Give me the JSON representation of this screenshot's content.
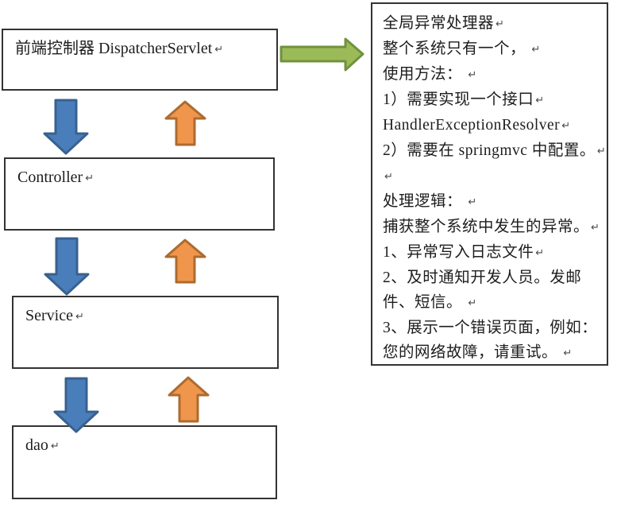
{
  "diagram": {
    "paragraph_mark": "↵",
    "boxes": {
      "dispatcher": {
        "label": "前端控制器 DispatcherServlet"
      },
      "controller": {
        "label": "Controller"
      },
      "service": {
        "label": "Service"
      },
      "dao": {
        "label": "dao"
      }
    },
    "note": {
      "lines": [
        {
          "text": "全局异常处理器",
          "mark": true
        },
        {
          "text": "整个系统只有一个， ",
          "mark": true
        },
        {
          "text": "使用方法： ",
          "mark": true
        },
        {
          "text": "1）需要实现一个接口",
          "mark": true
        },
        {
          "text": "HandlerExceptionResolver",
          "mark": true
        },
        {
          "text": "2）需要在 springmvc 中配置。",
          "mark": true
        },
        {
          "text": "",
          "mark": true
        },
        {
          "text": "处理逻辑： ",
          "mark": true
        },
        {
          "text": "捕获整个系统中发生的异常。",
          "mark": true
        },
        {
          "text": "1、异常写入日志文件",
          "mark": true
        },
        {
          "text": "2、及时通知开发人员。发邮",
          "mark": false
        },
        {
          "text": "件、短信。 ",
          "mark": true
        },
        {
          "text": "3、展示一个错误页面，例如：",
          "mark": false
        },
        {
          "text": "您的网络故障，请重试。 ",
          "mark": true
        }
      ]
    },
    "colors": {
      "box_border": "#333333",
      "blue_arrow_fill": "#4a7ebb",
      "blue_arrow_border": "#38618f",
      "orange_arrow_fill": "#f0964c",
      "orange_arrow_border": "#ad6b30",
      "green_arrow_fill": "#9bbb59",
      "green_arrow_border": "#70913e"
    }
  }
}
